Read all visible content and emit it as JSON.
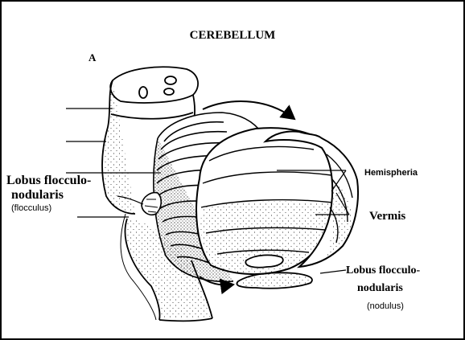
{
  "title": "CEREBELLUM",
  "panel_letter": "A",
  "labels": {
    "lobus_left_line1": "Lobus flocculo-",
    "lobus_left_line2": "nodularis",
    "lobus_left_sub": "(flocculus)",
    "hemispheria": "Hemispheria",
    "vermis": "Vermis",
    "lobus_right_line1": "Lobus flocculo-",
    "lobus_right_line2": "nodularis",
    "lobus_right_sub": "(nodulus)"
  },
  "colors": {
    "ink": "#000000",
    "background": "#ffffff"
  }
}
